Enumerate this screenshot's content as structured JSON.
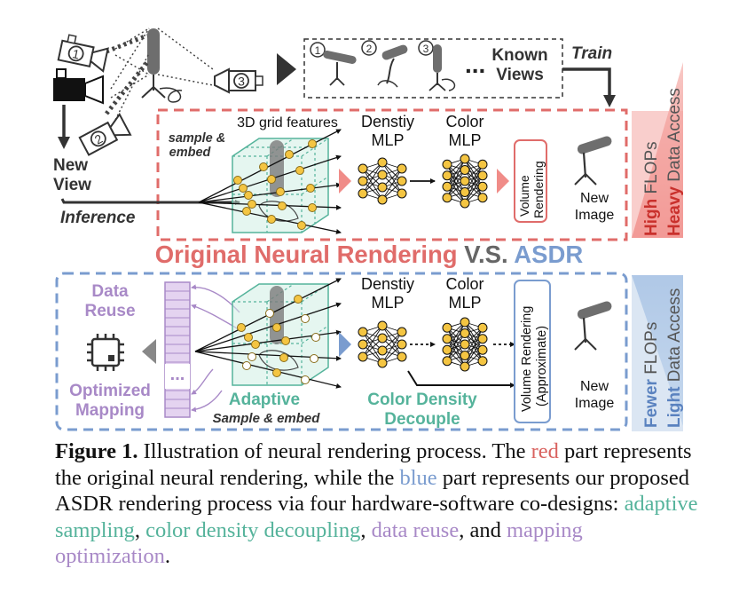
{
  "top": {
    "known_views": [
      "Known",
      "Views"
    ],
    "train": "Train",
    "new_view": [
      "New",
      "View"
    ],
    "inference": "Inference",
    "sample_embed": [
      "sample &",
      "embed"
    ],
    "grid_features": "3D grid features",
    "density_mlp": [
      "Denstiy",
      "MLP"
    ],
    "color_mlp": [
      "Color",
      "MLP"
    ],
    "volume_rendering": [
      "Volume",
      "Rendering"
    ],
    "new_image": [
      "New",
      "Image"
    ],
    "side_line1": {
      "strong": "High",
      "rest": " FLOPs"
    },
    "side_line2": {
      "strong": "Heavy",
      "rest": " Data Access"
    },
    "camera_numbers": [
      "1",
      "2",
      "3"
    ],
    "view_numbers": [
      "1",
      "2",
      "3"
    ],
    "ellipsis": "..."
  },
  "middle_title": {
    "left": "Original Neural Rendering",
    "vs": " V.S. ",
    "right": "ASDR"
  },
  "bottom": {
    "data_reuse": [
      "Data",
      "Reuse"
    ],
    "optimized_mapping": [
      "Optimized",
      "Mapping"
    ],
    "adaptive": "Adaptive",
    "sample_embed": "Sample & embed",
    "density_mlp": [
      "Denstiy",
      "MLP"
    ],
    "color_mlp": [
      "Color",
      "MLP"
    ],
    "color_density_decouple": [
      "Color Density",
      "Decouple"
    ],
    "volume_rendering": [
      "Volume Rendering",
      "(Approximate)"
    ],
    "new_image": [
      "New",
      "Image"
    ],
    "side_line1": {
      "strong": "Fewer",
      "rest": " FLOPs"
    },
    "side_line2": {
      "strong": "Light",
      "rest": " Data Access"
    },
    "buffer_ellipsis": "..."
  },
  "caption": {
    "label": "Figure 1.",
    "t1": " Illustration of neural rendering process. The ",
    "red": "red",
    "t2": " part represents the original neural rendering, while the ",
    "blue": "blue",
    "t3": " part represents our proposed ASDR rendering process via four hardware-software co-designs: ",
    "adaptive": "adaptive sampling",
    "sep1": ", ",
    "decouple": "color density decoupling",
    "sep2": ", ",
    "reuse": "data reuse",
    "sep3": ",",
    "t4": " and ",
    "mapping": "mapping optimization",
    "t5": "."
  },
  "colors": {
    "red": "#e06c6a",
    "red_fill": "#f4a6a3",
    "blue": "#7a9ccf",
    "blue_fill": "#b8cde8",
    "teal": "#55b39b",
    "grid_fill": "#cfeee3",
    "purple": "#a889c7",
    "purple_fill": "#e4d3f0",
    "node": "#f4c542",
    "dark": "#333333"
  }
}
